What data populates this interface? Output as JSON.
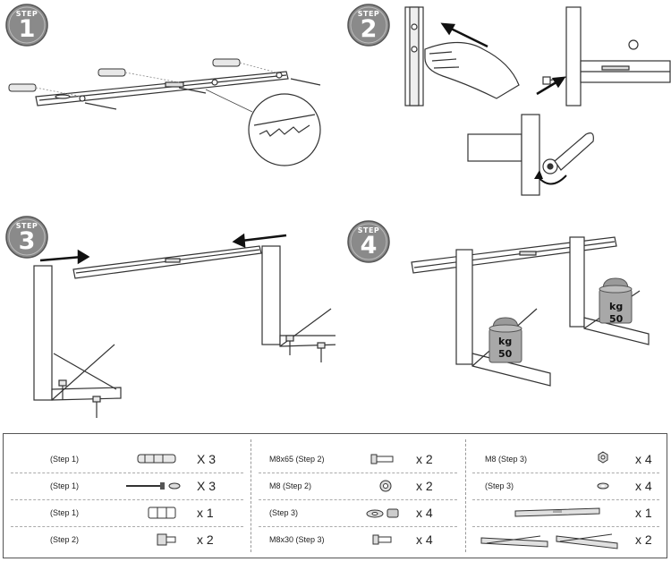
{
  "steps": [
    {
      "word": "STEP",
      "num": "1"
    },
    {
      "word": "STEP",
      "num": "2"
    },
    {
      "word": "STEP",
      "num": "3"
    },
    {
      "word": "STEP",
      "num": "4"
    }
  ],
  "weights": [
    {
      "unit": "kg",
      "value": "50"
    },
    {
      "unit": "kg",
      "value": "50"
    }
  ],
  "parts": {
    "col1": [
      {
        "label": "(Step 1)",
        "qty": "X 3",
        "icon": "wall-plug-icon"
      },
      {
        "label": "(Step 1)",
        "qty": "X 3",
        "icon": "screw-with-washer-icon"
      },
      {
        "label": "(Step 1)",
        "qty": "x 1",
        "icon": "spirit-level-icon"
      },
      {
        "label": "(Step 2)",
        "qty": "x 2",
        "icon": "bolt-icon"
      }
    ],
    "col2": [
      {
        "label": "M8x65 (Step 2)",
        "qty": "x 2",
        "icon": "long-bolt-icon"
      },
      {
        "label": "M8 (Step 2)",
        "qty": "x 2",
        "icon": "nut-icon"
      },
      {
        "label": "(Step 3)",
        "qty": "x 4",
        "icon": "washer-and-nut-icon"
      },
      {
        "label": "M8x30 (Step 3)",
        "qty": "x 4",
        "icon": "short-bolt-icon"
      }
    ],
    "col3": [
      {
        "label": "M8 (Step 3)",
        "qty": "x 4",
        "icon": "hex-nut-icon"
      },
      {
        "label": "(Step 3)",
        "qty": "x 4",
        "icon": "washer-icon"
      },
      {
        "label": "",
        "qty": "x 1",
        "icon": "cross-rail-icon"
      },
      {
        "label": "",
        "qty": "x 2",
        "icon": "bracket-icon"
      }
    ]
  }
}
